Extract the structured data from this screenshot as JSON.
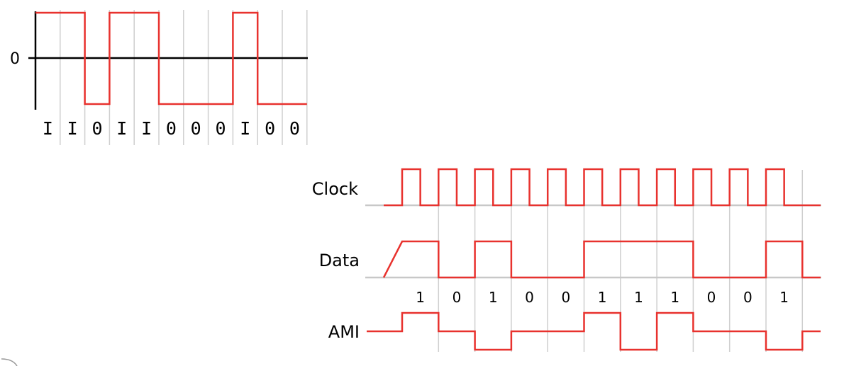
{
  "colors": {
    "signal": "#e8322e",
    "grid": "#cfcfcf",
    "baseline": "#c8c8c8",
    "axis": "#000000"
  },
  "nrz_diagram": {
    "zero_label": "0",
    "bits": [
      "I",
      "I",
      "0",
      "I",
      "I",
      "0",
      "0",
      "0",
      "I",
      "0",
      "0"
    ],
    "levels": [
      1,
      1,
      0,
      1,
      1,
      0,
      0,
      0,
      1,
      0,
      0
    ]
  },
  "encoding_diagram": {
    "rows": {
      "clock": {
        "label": "Clock"
      },
      "data": {
        "label": "Data",
        "levels": [
          1,
          0,
          1,
          0,
          0,
          1,
          1,
          1,
          0,
          0,
          1
        ]
      },
      "ami": {
        "label": "AMI",
        "levels": [
          1,
          0,
          -1,
          0,
          0,
          1,
          -1,
          1,
          0,
          0,
          -1
        ]
      }
    },
    "bits": [
      "1",
      "0",
      "1",
      "0",
      "0",
      "1",
      "1",
      "1",
      "0",
      "0",
      "1"
    ]
  }
}
